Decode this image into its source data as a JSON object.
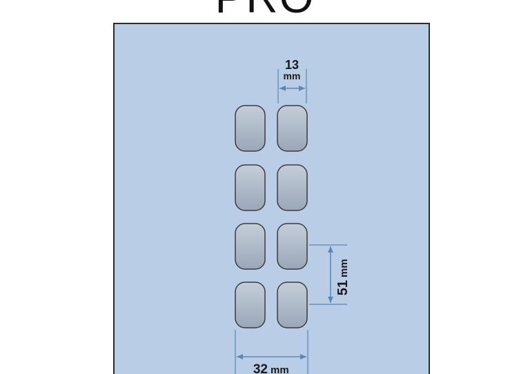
{
  "title": "PRO",
  "colors": {
    "panel_fill": "#b9cde6",
    "panel_border": "#2b2b2b",
    "slot_fill": "#a9b6c8",
    "slot_border": "#3a3a3a",
    "dimension_line": "#5a86b8"
  },
  "slots": {
    "columns": 2,
    "rows": 4
  },
  "dimensions": {
    "slot_width": {
      "value": "13",
      "unit": "mm"
    },
    "vertical_span": {
      "value": "51",
      "unit": "mm"
    },
    "horizontal_span": {
      "value": "32",
      "unit": "mm"
    }
  }
}
